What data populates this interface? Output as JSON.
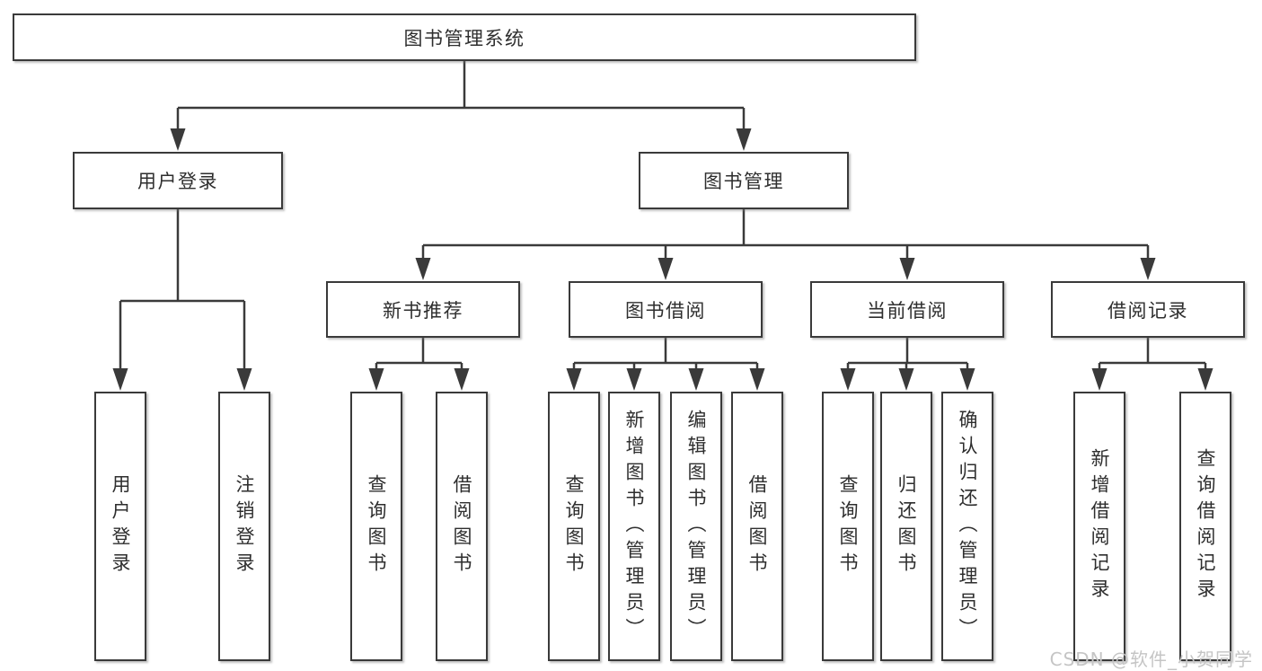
{
  "diagram": {
    "root": {
      "label": "图书管理系统"
    },
    "branches": [
      {
        "label": "用户登录",
        "children": [
          {
            "label": "用户登录"
          },
          {
            "label": "注销登录"
          }
        ]
      },
      {
        "label": "图书管理",
        "children": [
          {
            "label": "新书推荐",
            "children": [
              {
                "label": "查询图书"
              },
              {
                "label": "借阅图书"
              }
            ]
          },
          {
            "label": "图书借阅",
            "children": [
              {
                "label": "查询图书"
              },
              {
                "label": "新增图书（管理员）"
              },
              {
                "label": "编辑图书（管理员）"
              },
              {
                "label": "借阅图书"
              }
            ]
          },
          {
            "label": "当前借阅",
            "children": [
              {
                "label": "查询图书"
              },
              {
                "label": "归还图书"
              },
              {
                "label": "确认归还（管理员）"
              }
            ]
          },
          {
            "label": "借阅记录",
            "children": [
              {
                "label": "新增借阅记录"
              },
              {
                "label": "查询借阅记录"
              }
            ]
          }
        ]
      }
    ]
  },
  "colors": {
    "line": "#3a3a3a",
    "text": "#2e2e2e",
    "watermark": "#c5c5c5",
    "background": "#ffffff"
  },
  "watermark": {
    "text": "CSDN @软件_小贺同学"
  }
}
